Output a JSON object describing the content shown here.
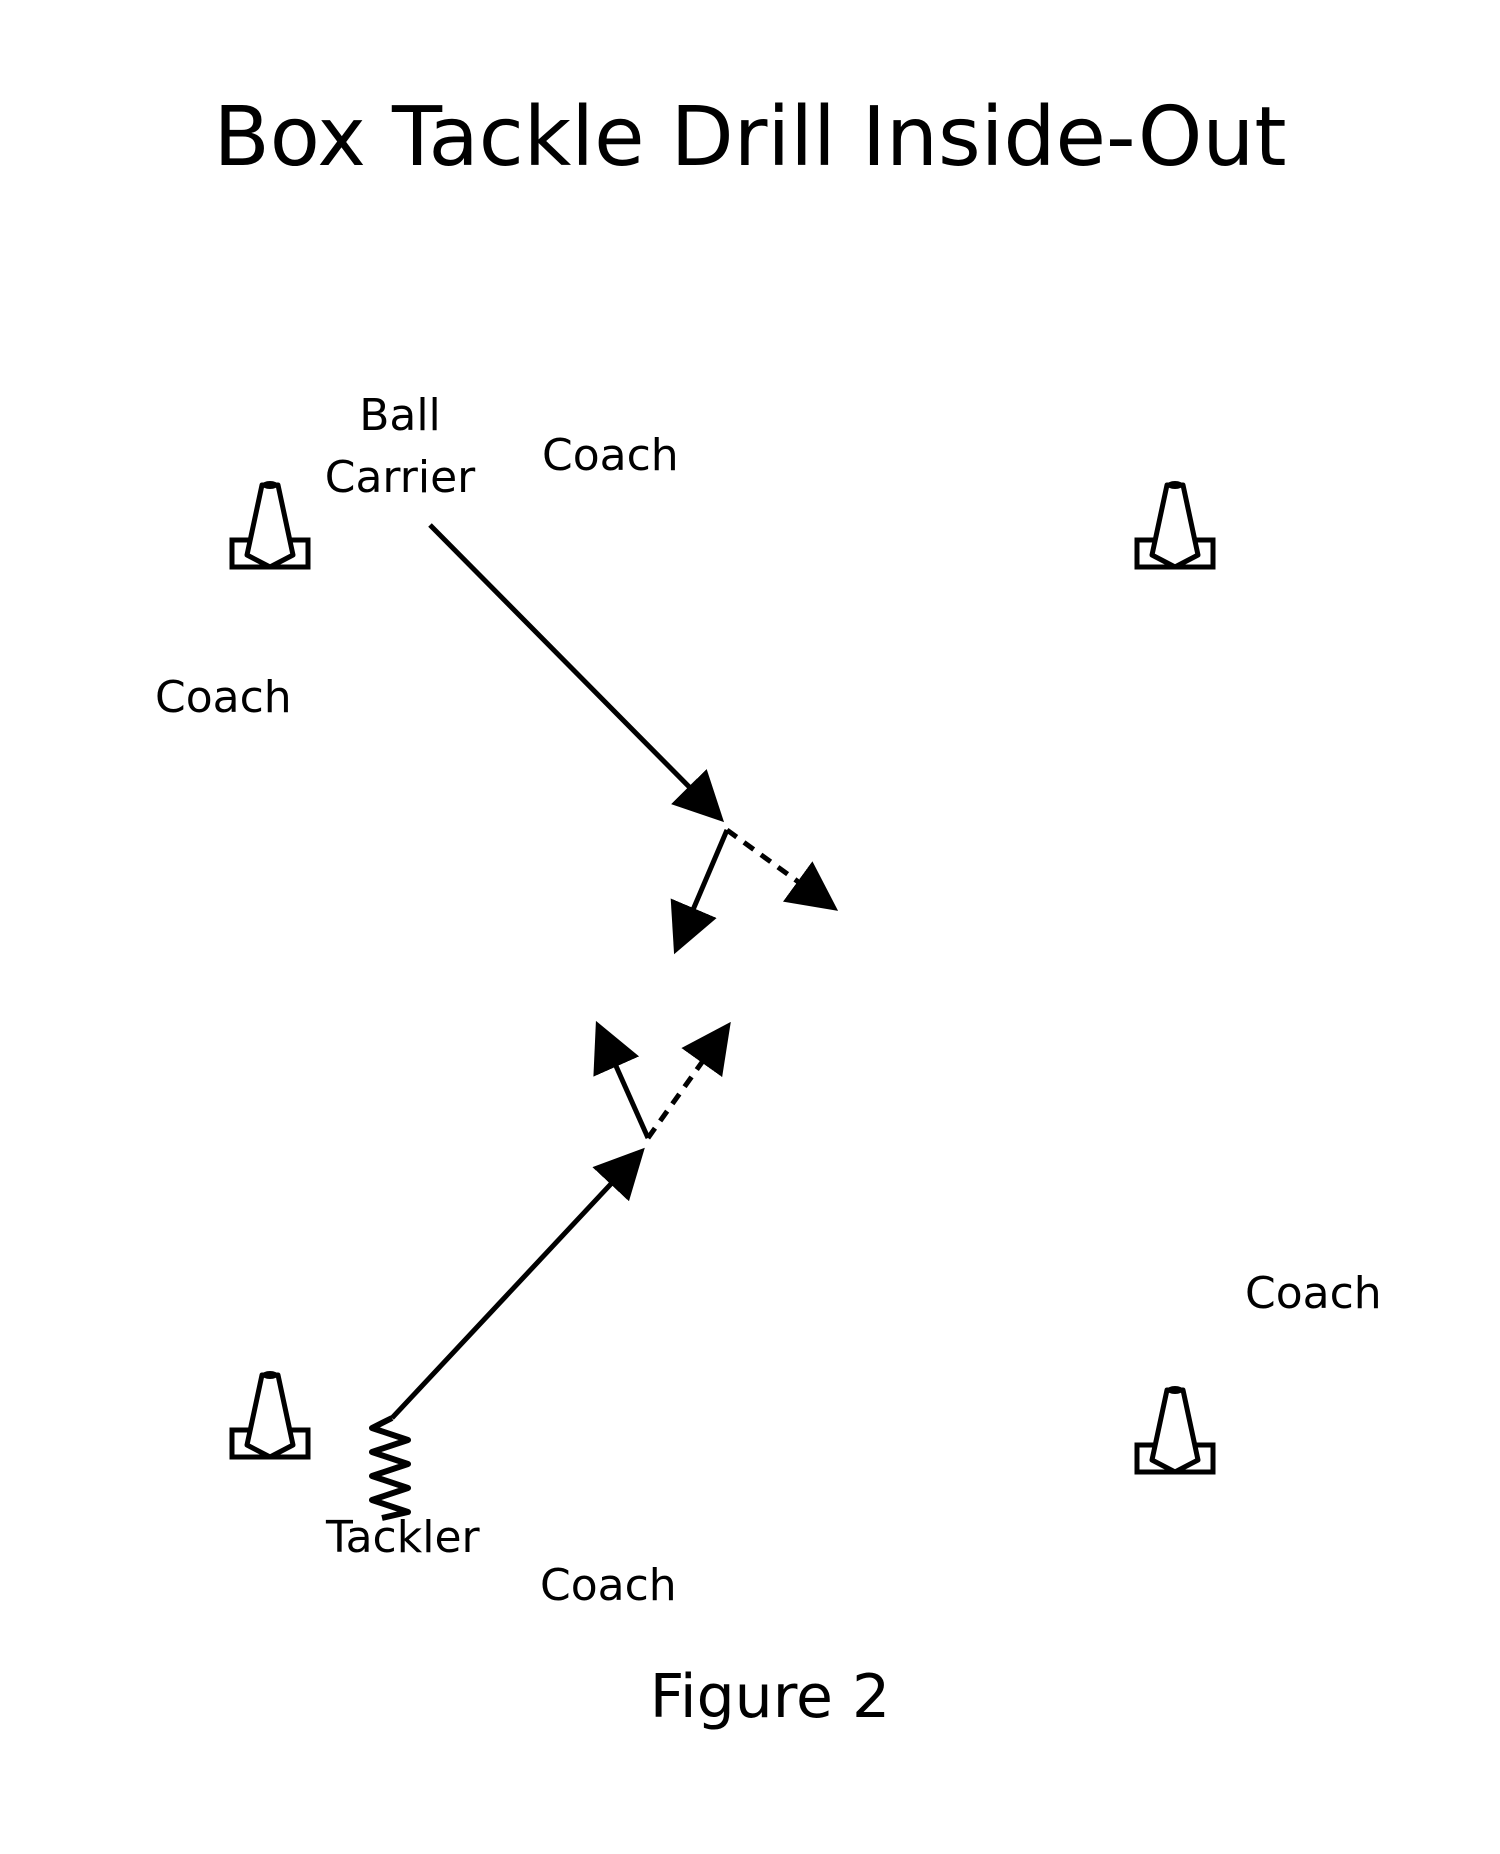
{
  "title": "Box Tackle Drill Inside-Out",
  "caption": "Figure 2",
  "labels": {
    "ball_carrier_line1": "Ball",
    "ball_carrier_line2": "Carrier",
    "coach_top": "Coach",
    "coach_left": "Coach",
    "coach_right": "Coach",
    "coach_bottom": "Coach",
    "tackler": "Tackler"
  },
  "diagram": {
    "cones": 4,
    "line_color": "#000000",
    "paths": [
      {
        "from": "Ball Carrier",
        "style": "solid",
        "then": [
          "cut inside (solid)",
          "cut outside (dashed)"
        ]
      },
      {
        "from": "Tackler",
        "style": "solid",
        "then": [
          "inside (solid)",
          "outside (dashed)"
        ]
      }
    ]
  }
}
